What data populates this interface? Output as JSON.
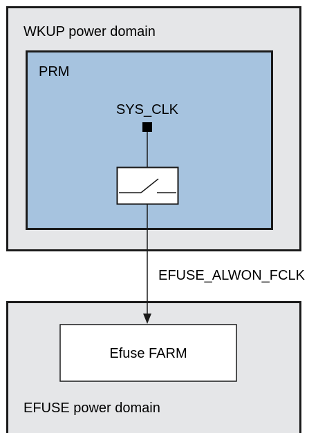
{
  "wkup_domain": {
    "label": "WKUP power domain"
  },
  "prm": {
    "label": "PRM",
    "clock_source_label": "SYS_CLK"
  },
  "clock_signal": {
    "label": "EFUSE_ALWON_FCLK"
  },
  "efuse_domain": {
    "label": "EFUSE power domain"
  },
  "efuse_farm": {
    "label": "Efuse FARM"
  },
  "colors": {
    "domain_fill": "#e5e6e8",
    "prm_fill": "#a6c3df",
    "line": "#1a1a1a",
    "box_fill": "#ffffff"
  },
  "icons": {
    "switch": "clock-gate-switch-icon",
    "source": "clock-source-square-icon",
    "arrow": "arrowhead-down-icon"
  }
}
